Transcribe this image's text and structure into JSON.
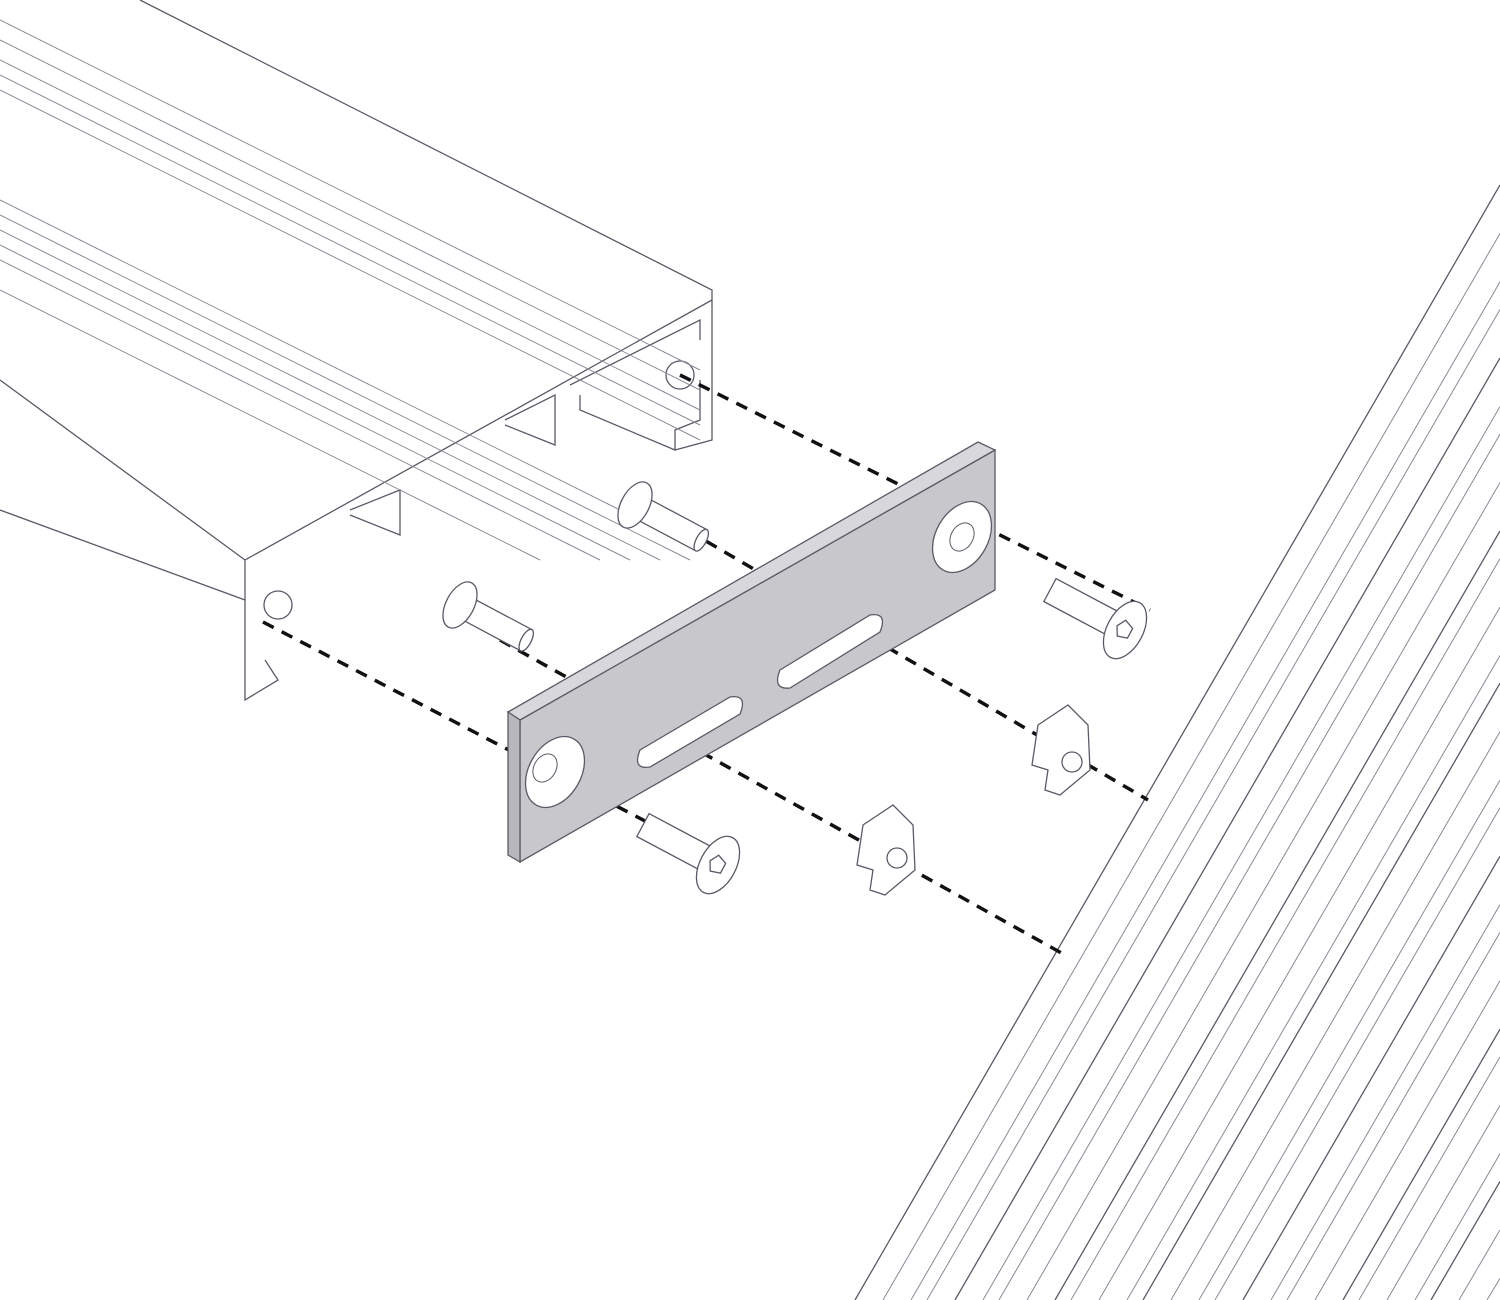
{
  "diagram": {
    "type": "exploded-assembly",
    "parts": [
      "left-extrusion-profile",
      "right-extrusion-profile",
      "connector-plate",
      "socket-head-screw",
      "socket-head-screw",
      "countersunk-screw",
      "countersunk-screw",
      "t-slot-nut",
      "t-slot-nut"
    ]
  },
  "colors": {
    "plate_fill": "#c8c8cc",
    "line": "#5a5a66",
    "dash": "#111111",
    "background": "#ffffff"
  }
}
